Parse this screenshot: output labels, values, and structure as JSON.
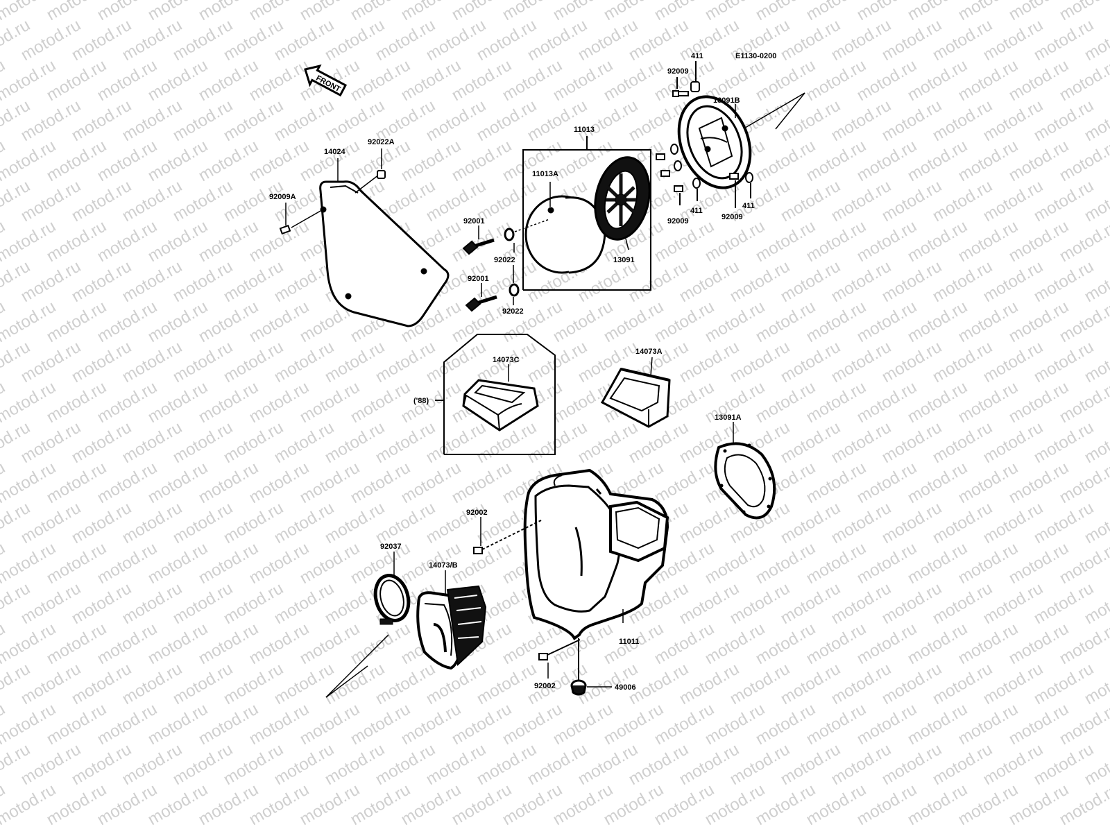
{
  "diagram_code": "E1130-0200",
  "watermark": "motod.ru",
  "front_arrow_label": "FRONT",
  "parts": {
    "p411_top": "411",
    "p92009_top": "92009",
    "p13091B": "13091B",
    "p11013": "11013",
    "p11013A": "11013A",
    "p14024": "14024",
    "p92022A": "92022A",
    "p92009A": "92009A",
    "p92001_a": "92001",
    "p92022_a": "92022",
    "p92001_b": "92001",
    "p92022_b": "92022",
    "p13091": "13091",
    "p411_mid": "411",
    "p92009_mid": "92009",
    "p92009_right": "92009",
    "p411_right": "411",
    "p14073C": "14073C",
    "variant_88": "('88)",
    "p14073A": "14073A",
    "p13091A": "13091A",
    "p92002_a": "92002",
    "p92037": "92037",
    "p14073B": "14073/B",
    "p11011": "11011",
    "p92002_b": "92002",
    "p49006": "49006"
  }
}
